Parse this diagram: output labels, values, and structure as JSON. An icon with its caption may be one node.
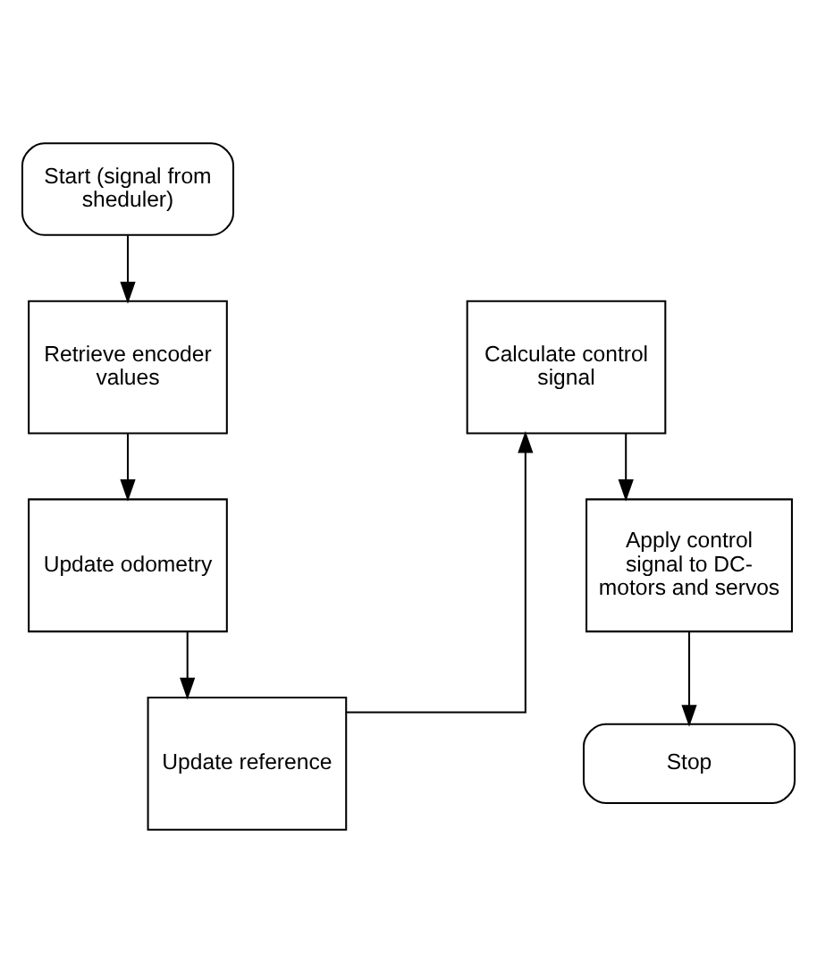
{
  "diagram": {
    "nodes": [
      {
        "text": [
          "Start (signal from sheduler)"
        ]
      },
      {
        "text": [
          "Retrieve encoder values"
        ]
      },
      {
        "text": [
          "Update odometry"
        ]
      },
      {
        "text": [
          "Update reference"
        ]
      },
      {
        "text": [
          "Calculate control signal"
        ]
      },
      {
        "text": [
          "Apply control signal to DC-motors and servos"
        ]
      },
      {
        "text": [
          "Stop"
        ]
      }
    ],
    "edges": [
      {
        "from": 0,
        "to": 1,
        "arrow": "to"
      },
      {
        "from": 1,
        "to": 2,
        "arrow": "to"
      },
      {
        "from": 2,
        "to": 3,
        "arrow": "to"
      },
      {
        "from": 3,
        "to": 4,
        "arrow": "to"
      },
      {
        "from": 4,
        "to": 5,
        "arrow": "to"
      },
      {
        "from": 5,
        "to": 6,
        "arrow": "to"
      }
    ]
  }
}
